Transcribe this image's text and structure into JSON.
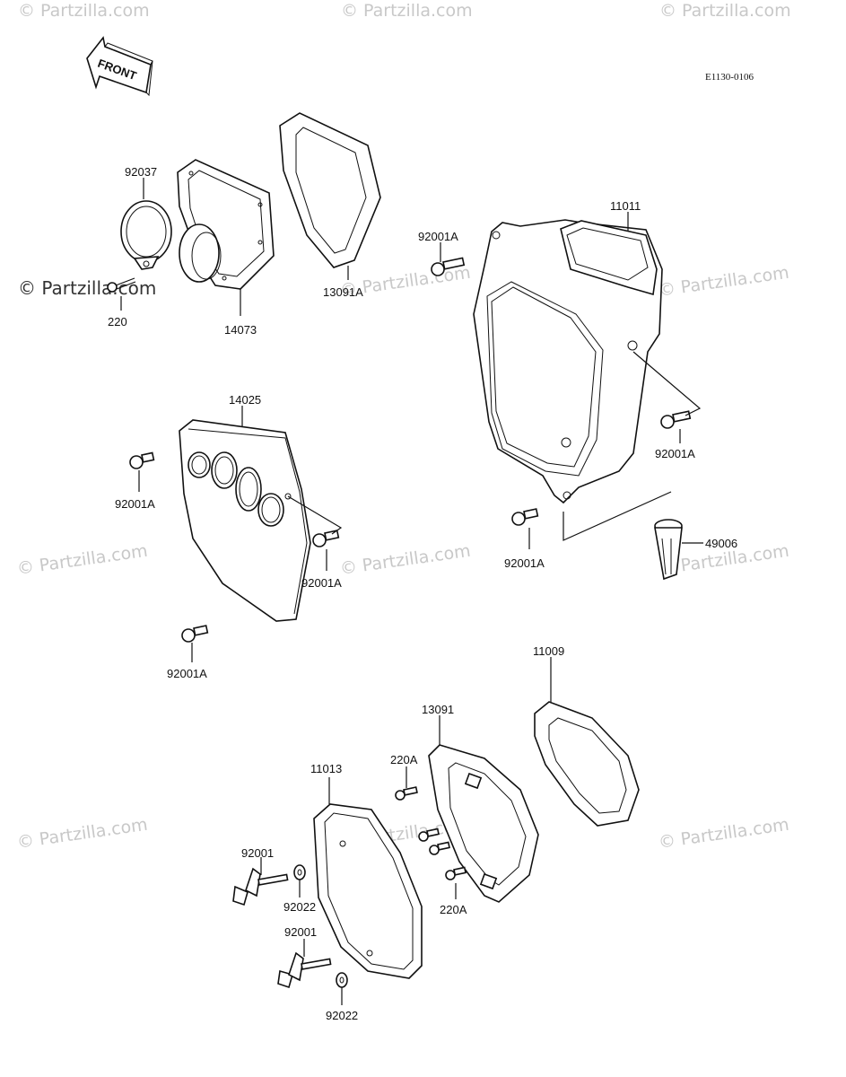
{
  "diagram_code": "E1130-0106",
  "front_label": "FRONT",
  "watermark_primary": "© Partzilla.com",
  "watermark_faint": "© Partzilla.com",
  "labels": {
    "p92037": "92037",
    "p220": "220",
    "p14073": "14073",
    "p13091A": "13091A",
    "p92001A_top": "92001A",
    "p11011": "11011",
    "p92001A_right": "92001A",
    "p14025": "14025",
    "p92001A_left": "92001A",
    "p92001A_mid": "92001A",
    "p92001A_bottomleft": "92001A",
    "p92001A_lower": "92001A",
    "p49006": "49006",
    "p11009": "11009",
    "p13091": "13091",
    "p220A_top": "220A",
    "p11013": "11013",
    "p92001_a": "92001",
    "p92022_a": "92022",
    "p220A_bottom": "220A",
    "p92001_b": "92001",
    "p92022_b": "92022"
  },
  "colors": {
    "line": "#111111",
    "watermark": "#c8c8c8",
    "background": "#ffffff"
  }
}
